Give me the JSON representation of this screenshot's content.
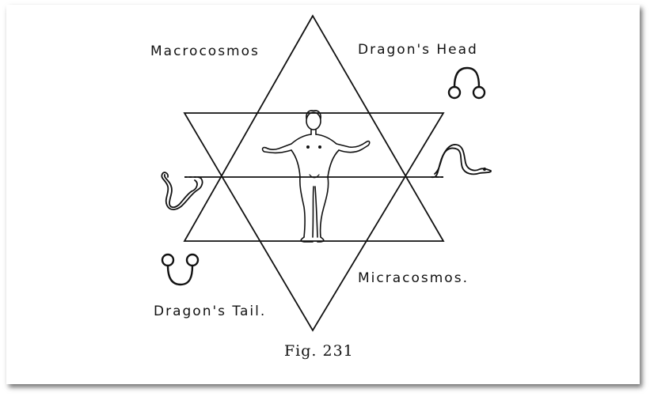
{
  "labels": {
    "top_left": "Macrocosmos",
    "top_right": "Dragon's Head",
    "bottom_right": "Micracosmos.",
    "bottom_left": "Dragon's Tail."
  },
  "caption": "Fig. 231",
  "symbols": {
    "dragons_head_glyph": "dragons-head-symbol",
    "dragons_tail_glyph": "dragons-tail-symbol"
  },
  "colors": {
    "ink": "#111111",
    "paper": "#ffffff"
  }
}
